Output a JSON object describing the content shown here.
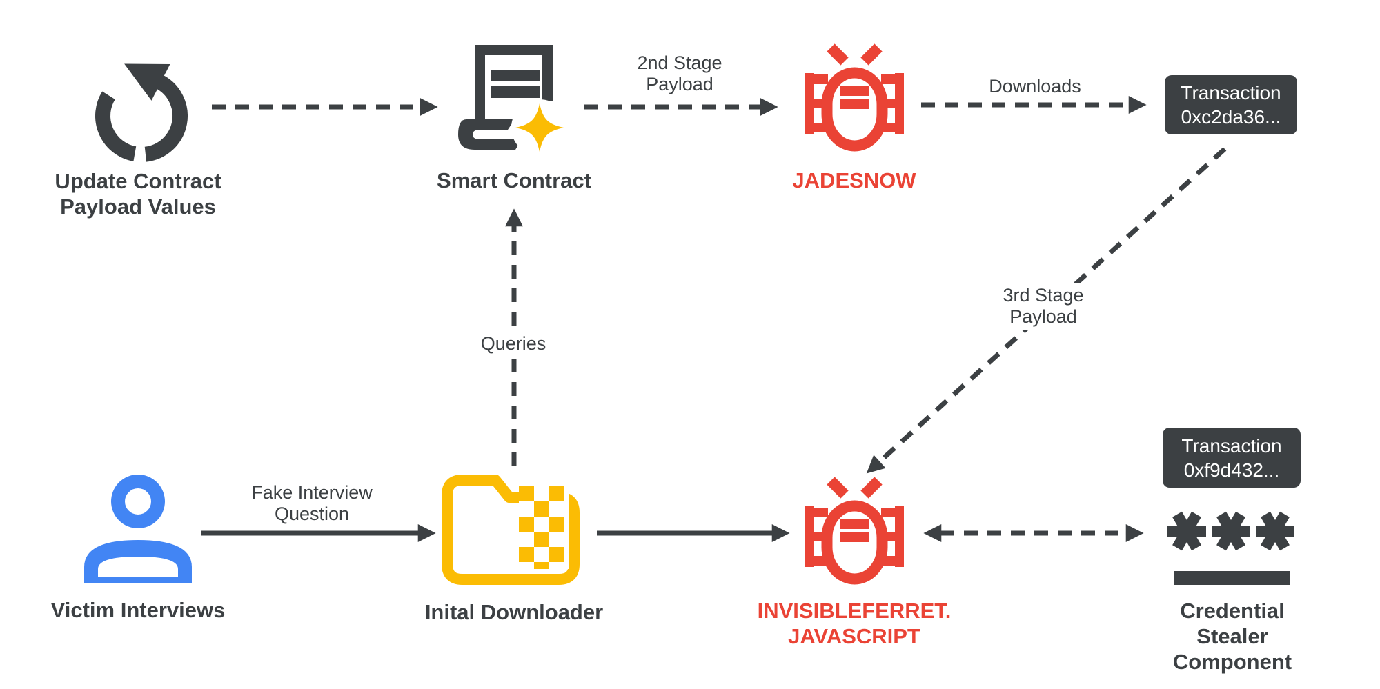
{
  "colors": {
    "dark": "#3C4043",
    "red": "#EA4335",
    "yellow": "#FBBC04",
    "blue": "#4285F4",
    "background": "#FFFFFF"
  },
  "nodes": {
    "update_contract": {
      "label": "Update Contract\nPayload Values",
      "icon": "refresh-icon"
    },
    "smart_contract": {
      "label": "Smart Contract",
      "icon": "smart-contract-icon"
    },
    "jadesnow": {
      "label": "JADESNOW",
      "icon": "bug-icon"
    },
    "transaction_top": {
      "line1": "Transaction",
      "line2": "0xc2da36..."
    },
    "victim_interviews": {
      "label": "Victim Interviews",
      "icon": "person-icon"
    },
    "initial_downloader": {
      "label": "Inital Downloader",
      "icon": "zip-folder-icon"
    },
    "invisibleferret": {
      "label": "INVISIBLEFERRET.\nJAVASCRIPT",
      "icon": "bug-icon"
    },
    "transaction_bottom": {
      "line1": "Transaction",
      "line2": "0xf9d432..."
    },
    "credential_stealer": {
      "label": "Credential Stealer\nComponent",
      "icon": "password-asterisks-icon"
    }
  },
  "edge_labels": {
    "second_stage": "2nd Stage\nPayload",
    "downloads": "Downloads",
    "third_stage": "3rd Stage\nPayload",
    "fake_interview": "Fake Interview\nQuestion",
    "queries": "Queries"
  },
  "edges": [
    {
      "from": "update_contract",
      "to": "smart_contract",
      "style": "dashed"
    },
    {
      "from": "smart_contract",
      "to": "jadesnow",
      "style": "dashed",
      "label": "2nd Stage Payload"
    },
    {
      "from": "jadesnow",
      "to": "transaction_top",
      "style": "dashed",
      "label": "Downloads"
    },
    {
      "from": "transaction_top",
      "to": "invisibleferret",
      "style": "dashed",
      "label": "3rd Stage Payload"
    },
    {
      "from": "victim_interviews",
      "to": "initial_downloader",
      "style": "solid",
      "label": "Fake Interview Question"
    },
    {
      "from": "initial_downloader",
      "to": "smart_contract",
      "style": "dashed",
      "label": "Queries"
    },
    {
      "from": "initial_downloader",
      "to": "invisibleferret",
      "style": "solid"
    },
    {
      "from": "invisibleferret",
      "to": "credential_stealer",
      "style": "dashed-double"
    }
  ],
  "icons": {
    "refresh-icon": "circular counterclockwise arrow",
    "smart-contract-icon": "scroll document with two lines and sparkle",
    "sparkle-icon": "four-point star",
    "bug-icon": "oval bug with antennae and leg combs",
    "person-icon": "person silhouette",
    "zip-folder-icon": "folder with zipper checkerboard",
    "password-asterisks-icon": "three asterisks above a bar",
    "transaction-chip": "dark rounded rectangle"
  }
}
